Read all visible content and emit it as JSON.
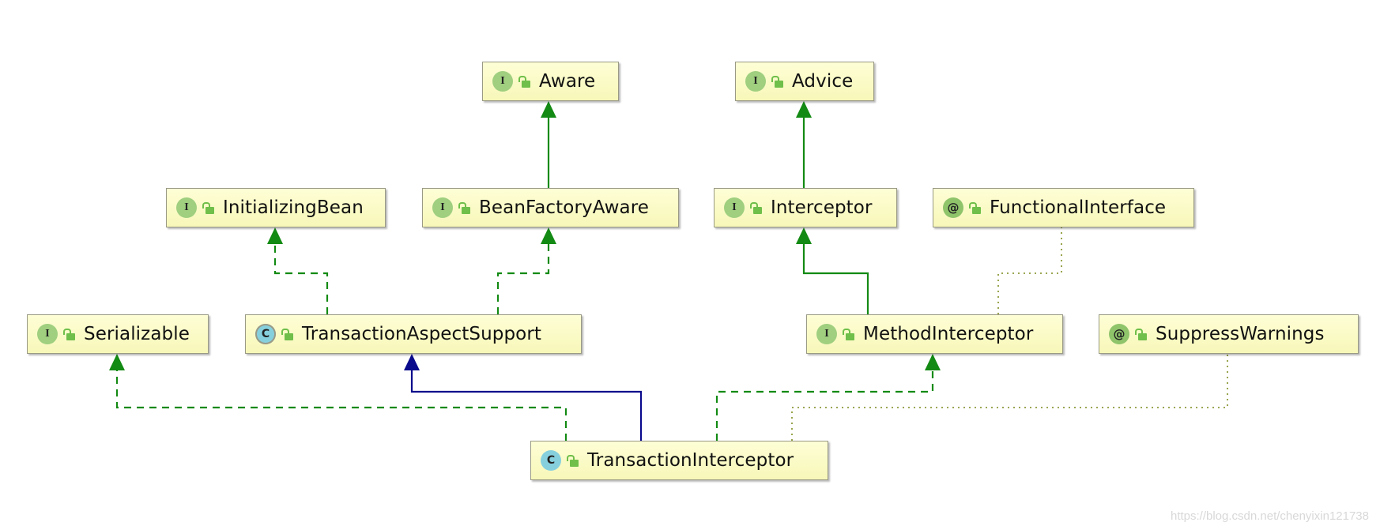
{
  "nodes": [
    {
      "id": "aware",
      "label": "Aware",
      "kind": "interface",
      "icon": "I"
    },
    {
      "id": "advice",
      "label": "Advice",
      "kind": "interface",
      "icon": "I"
    },
    {
      "id": "initializing-bean",
      "label": "InitializingBean",
      "kind": "interface",
      "icon": "I"
    },
    {
      "id": "bean-factory-aware",
      "label": "BeanFactoryAware",
      "kind": "interface",
      "icon": "I"
    },
    {
      "id": "interceptor",
      "label": "Interceptor",
      "kind": "interface",
      "icon": "I"
    },
    {
      "id": "functional-interface",
      "label": "FunctionalInterface",
      "kind": "annotation",
      "icon": "@"
    },
    {
      "id": "serializable",
      "label": "Serializable",
      "kind": "interface",
      "icon": "I"
    },
    {
      "id": "transaction-aspect-support",
      "label": "TransactionAspectSupport",
      "kind": "abstract-class",
      "icon": "C"
    },
    {
      "id": "method-interceptor",
      "label": "MethodInterceptor",
      "kind": "interface",
      "icon": "I"
    },
    {
      "id": "suppress-warnings",
      "label": "SuppressWarnings",
      "kind": "annotation",
      "icon": "@"
    },
    {
      "id": "transaction-interceptor",
      "label": "TransactionInterceptor",
      "kind": "class",
      "icon": "C"
    }
  ],
  "edges": [
    {
      "from": "bean-factory-aware",
      "to": "aware",
      "type": "extends-interface"
    },
    {
      "from": "interceptor",
      "to": "advice",
      "type": "extends-interface"
    },
    {
      "from": "transaction-aspect-support",
      "to": "initializing-bean",
      "type": "implements"
    },
    {
      "from": "transaction-aspect-support",
      "to": "bean-factory-aware",
      "type": "implements"
    },
    {
      "from": "method-interceptor",
      "to": "interceptor",
      "type": "extends-interface"
    },
    {
      "from": "method-interceptor",
      "to": "functional-interface",
      "type": "annotated-with"
    },
    {
      "from": "transaction-interceptor",
      "to": "serializable",
      "type": "implements"
    },
    {
      "from": "transaction-interceptor",
      "to": "transaction-aspect-support",
      "type": "extends-class"
    },
    {
      "from": "transaction-interceptor",
      "to": "method-interceptor",
      "type": "implements"
    },
    {
      "from": "transaction-interceptor",
      "to": "suppress-warnings",
      "type": "annotated-with"
    }
  ],
  "colors": {
    "extends_interface": "#138a13",
    "implements": "#138a13",
    "extends_class": "#0a0a8c",
    "annotated_with": "#8f9a3a"
  },
  "watermark": "https://blog.csdn.net/chenyixin121738"
}
